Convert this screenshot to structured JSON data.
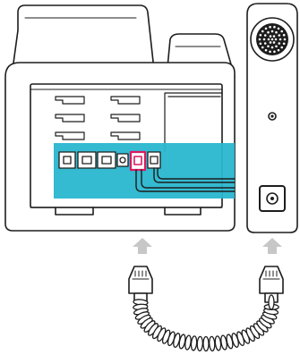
{
  "diagram": {
    "subject": "ip-phone-handset-cord-connection",
    "colors": {
      "line": "#1d1d1d",
      "highlight": "#29b6cf",
      "port_accent": "#d81b60",
      "arrow": "#c7c7c7",
      "fill": "#ffffff"
    },
    "icons": [
      "phone-base-back",
      "handset",
      "handset-port",
      "coiled-cord",
      "rj9-plug",
      "arrow-up"
    ]
  }
}
